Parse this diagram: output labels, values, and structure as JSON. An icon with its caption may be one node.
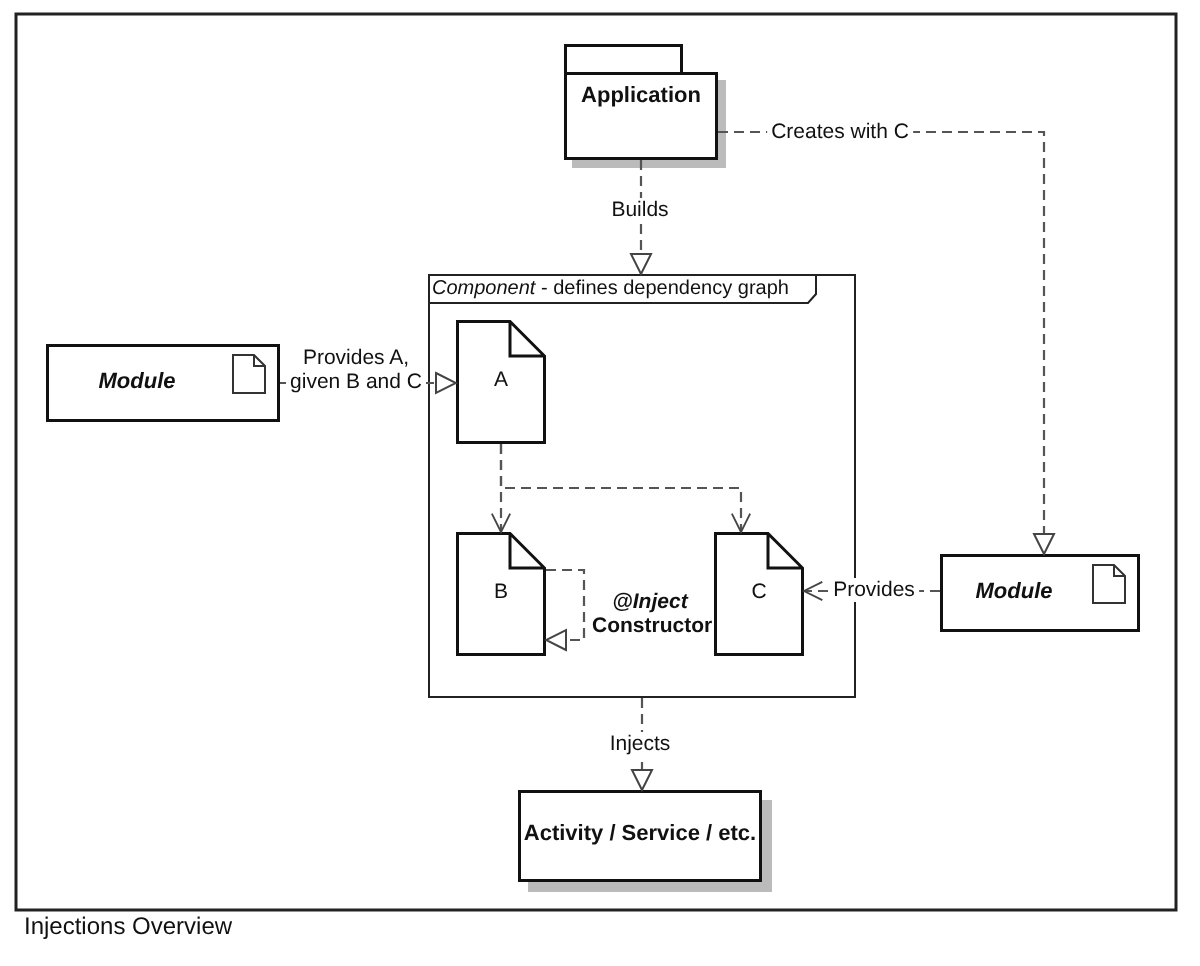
{
  "diagram": {
    "caption": "Injections Overview",
    "nodes": [
      {
        "text": [
          "Application"
        ]
      },
      {
        "text": [
          "*Component* - defines dependency graph"
        ]
      },
      {
        "text": [
          "Module"
        ]
      },
      {
        "text": [
          "A"
        ],
        "in": 1
      },
      {
        "text": [
          "B"
        ],
        "in": 1
      },
      {
        "text": [
          "C"
        ],
        "in": 1
      },
      {
        "text": [
          "Module"
        ]
      },
      {
        "text": [
          "Activity / Service / etc."
        ]
      }
    ],
    "edges": [
      {
        "from": 0,
        "to": 1,
        "arrow": "to",
        "label": "Builds",
        "style": "dashed"
      },
      {
        "from": 0,
        "to": 6,
        "arrow": "to",
        "label": "Creates with C",
        "style": "dashed"
      },
      {
        "from": 2,
        "to": 3,
        "arrow": "to",
        "label": "Provides A, given B and C",
        "style": "dashed"
      },
      {
        "from": 3,
        "to": 4,
        "arrow": "to",
        "style": "dashed"
      },
      {
        "from": 3,
        "to": 5,
        "arrow": "to",
        "style": "dashed"
      },
      {
        "from": 6,
        "to": 5,
        "arrow": "to",
        "label": "Provides",
        "style": "dashed"
      },
      {
        "from": 4,
        "to": 4,
        "arrow": "to",
        "label": "*@Inject* Constructor",
        "style": "dashed"
      },
      {
        "from": 1,
        "to": 7,
        "arrow": "to",
        "label": "Injects",
        "style": "dashed"
      }
    ]
  }
}
